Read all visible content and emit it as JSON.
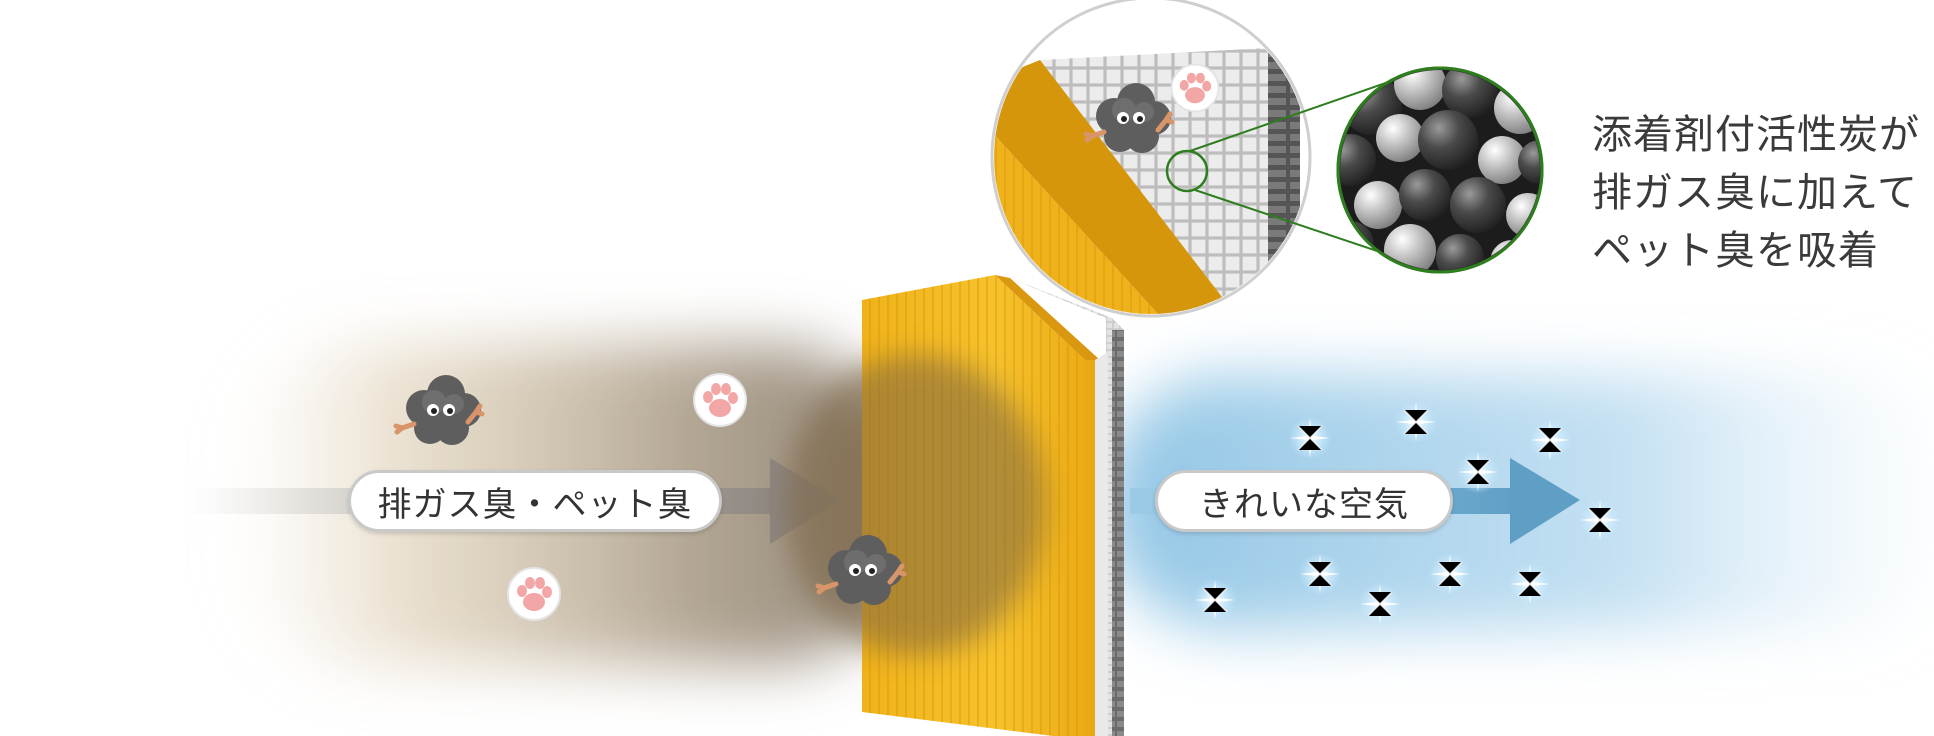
{
  "labels": {
    "input_air": "排ガス臭・ペット臭",
    "output_air": "きれいな空気"
  },
  "description": {
    "lines": [
      "添着剤付活性炭が",
      "排ガス臭に加えて",
      "ペット臭を吸着"
    ]
  },
  "icons": [
    "odor-cloud-icon",
    "paw-icon",
    "sparkle-icon",
    "arrow-right-icon"
  ],
  "colors": {
    "filter_yellow": "#f2b81e",
    "filter_edge": "#d99a10",
    "carbon_layer": "#bdbdbd",
    "dirty_air": "#8a7f74",
    "clean_air": "#5fa2c8",
    "zoom_line": "#2e7d1f",
    "paw": "#f3a6a6"
  }
}
